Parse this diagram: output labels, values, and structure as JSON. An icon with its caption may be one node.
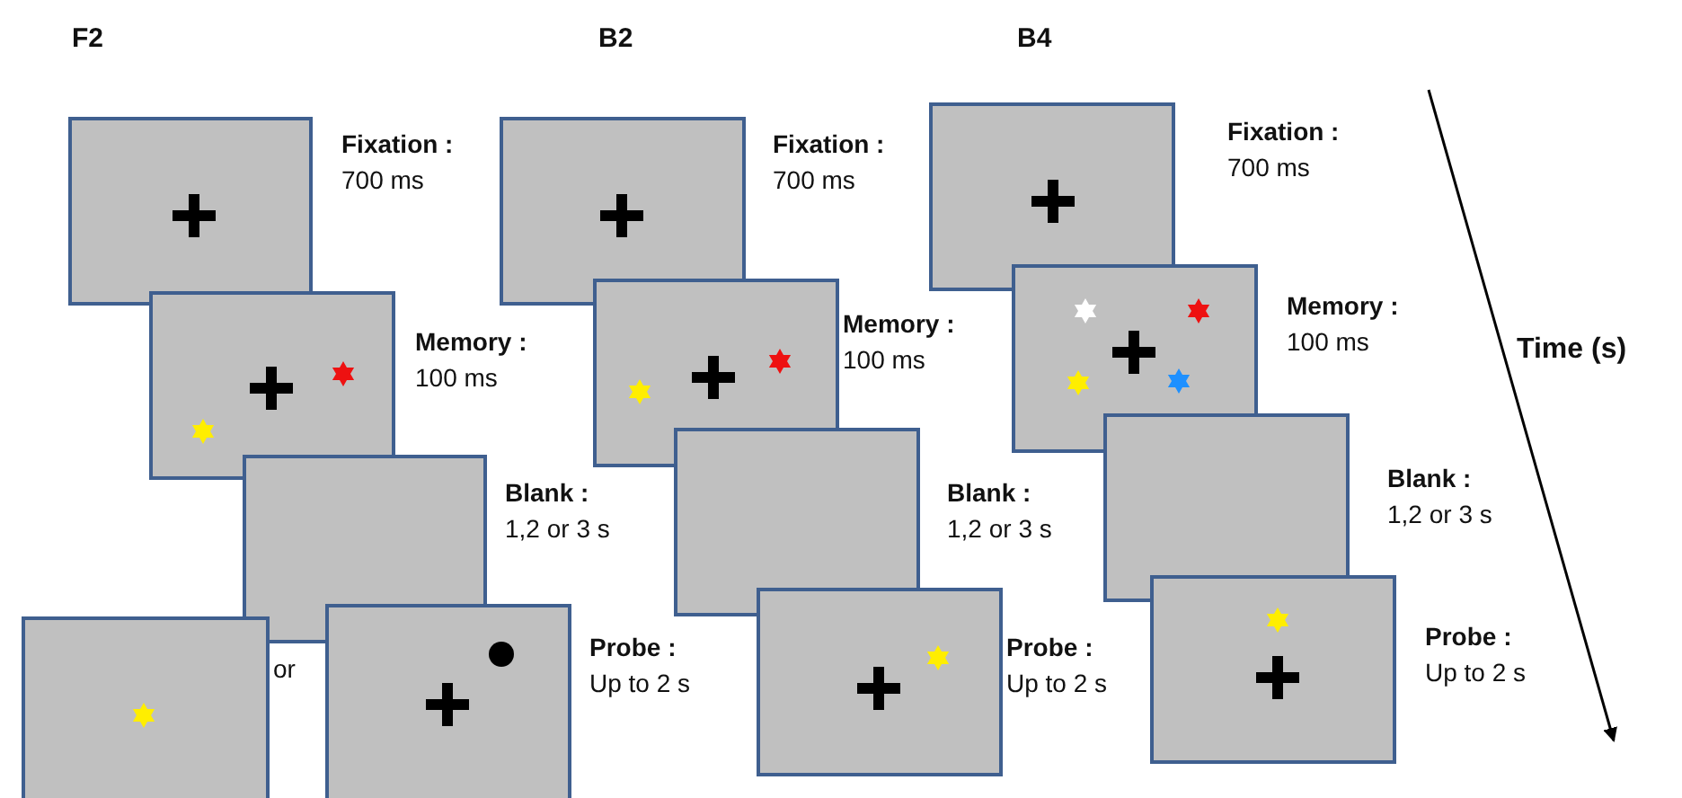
{
  "diagram": {
    "nodes": [
      {
        "text": [],
        "shape": "box"
      },
      {
        "text": [],
        "shape": "box"
      },
      {
        "text": [],
        "shape": "box"
      },
      {
        "text": [],
        "shape": "box"
      },
      {
        "text": [],
        "shape": "box"
      },
      {
        "text": [],
        "shape": "box"
      },
      {
        "text": [],
        "shape": "box"
      },
      {
        "text": [],
        "shape": "box"
      },
      {
        "text": [],
        "shape": "box"
      },
      {
        "text": [],
        "shape": "box"
      },
      {
        "text": [],
        "shape": "box"
      },
      {
        "text": [],
        "shape": "box"
      },
      {
        "text": [],
        "shape": "box"
      }
    ],
    "labels": [
      "F2",
      "B2",
      "B4",
      "**Fixation :** 700 ms",
      "**Memory :** 100 ms",
      "**Blank :** 1,2 or 3 s",
      "or",
      "**Probe :** Up to 2 s",
      "**Fixation :** 700 ms",
      "**Memory :** 100 ms",
      "**Blank :** 1,2 or 3 s",
      "**Probe :** Up to 2 s",
      "**Fixation :** 700 ms",
      "**Memory :** 100 ms",
      "**Blank :** 1,2 or 3 s",
      "**Probe :** Up to 2 s",
      "Time (s)"
    ]
  }
}
